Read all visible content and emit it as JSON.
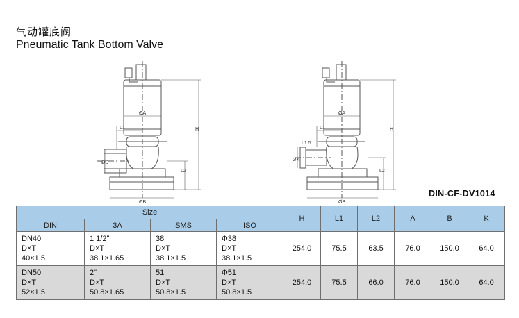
{
  "title_cn": "气动罐底阀",
  "title_en": "Pneumatic Tank Bottom Valve",
  "model": "DIN-CF-DV1014",
  "drawing_labels": {
    "h": "H",
    "l1": "L1",
    "l2": "L2",
    "a": "ØA",
    "b": "ØB",
    "d": "ØD",
    "k": "ØK",
    "l1_5": "L1.5"
  },
  "table": {
    "size_header": "Size",
    "columns": [
      "DIN",
      "3A",
      "SMS",
      "ISO"
    ],
    "dims": [
      "H",
      "L1",
      "L2",
      "A",
      "B",
      "K"
    ],
    "rows": [
      {
        "din": [
          "DN40",
          "D×T",
          "40×1.5"
        ],
        "a3": [
          "1 1/2\"",
          "D×T",
          "38.1×1.65"
        ],
        "sms": [
          "38",
          "D×T",
          "38.1×1.5"
        ],
        "iso": [
          "Φ38",
          "D×T",
          "38.1×1.5"
        ],
        "h": "254.0",
        "l1": "75.5",
        "l2": "63.5",
        "a": "76.0",
        "b": "150.0",
        "k": "64.0"
      },
      {
        "din": [
          "DN50",
          "D×T",
          "52×1.5"
        ],
        "a3": [
          "2\"",
          "D×T",
          "50.8×1.65"
        ],
        "sms": [
          "51",
          "D×T",
          "50.8×1.5"
        ],
        "iso": [
          "Φ51",
          "D×T",
          "50.8×1.5"
        ],
        "h": "254.0",
        "l1": "75.5",
        "l2": "66.0",
        "a": "76.0",
        "b": "150.0",
        "k": "64.0"
      }
    ]
  },
  "colors": {
    "header_bg": "#a9cde8",
    "row_alt_bg": "#d9d9d9",
    "line": "#555555"
  }
}
